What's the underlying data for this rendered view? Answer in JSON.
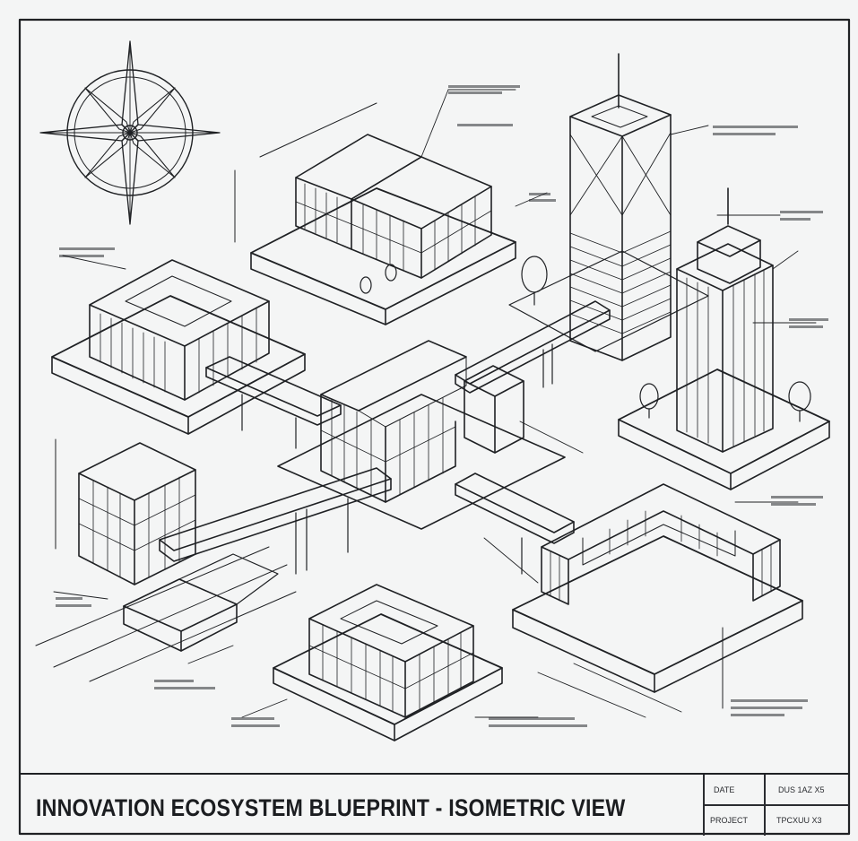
{
  "title_block": {
    "title": "INNOVATION ECOSYSTEM BLUEPRINT - ISOMETRIC VIEW",
    "date_label": "DATE",
    "date_value": "DUS 1AZ X5",
    "project_label": "PROJECT",
    "project_value": "TPCXUU X3"
  },
  "icons": {
    "compass": "compass-rose-icon"
  },
  "colors": {
    "paper": "#f4f5f5",
    "ink": "#1f2124"
  }
}
